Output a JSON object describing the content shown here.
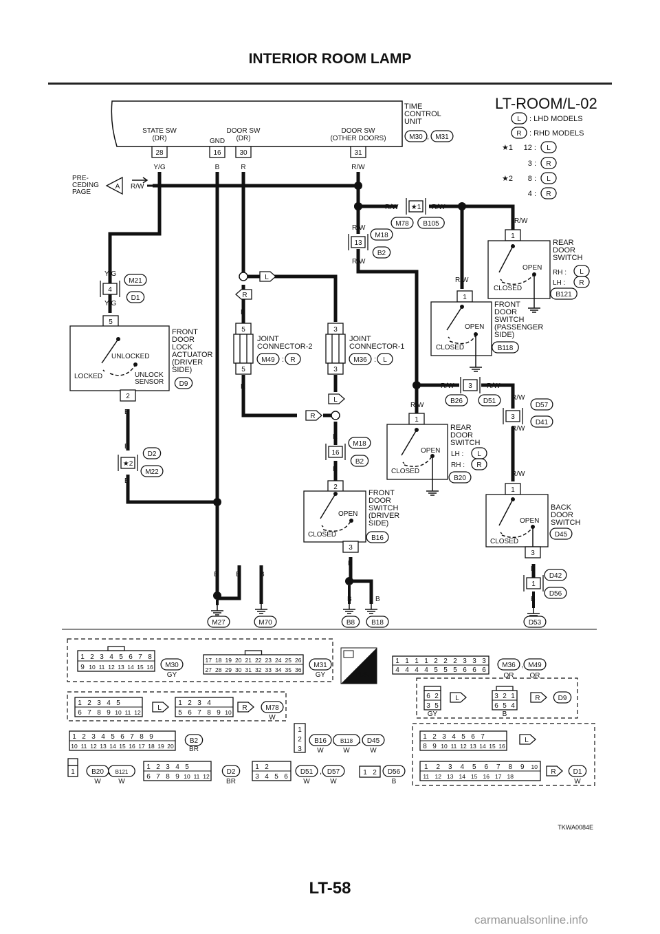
{
  "page": {
    "title": "INTERIOR ROOM LAMP",
    "page_number": "LT-58",
    "watermark": "carmanualsonline.info",
    "figure_code": "TKWA0084E",
    "diagram_id": "LT-ROOM/L-02"
  },
  "legend": [
    {
      "tag": "L",
      "text": ": LHD MODELS"
    },
    {
      "tag": "R",
      "text": ": RHD MODELS"
    },
    {
      "star": "★1",
      "rows": [
        {
          "pin": "12 :",
          "tag": "L"
        },
        {
          "pin": "3 :",
          "tag": "R"
        }
      ]
    },
    {
      "star": "★2",
      "rows": [
        {
          "pin": "8 :",
          "tag": "L"
        },
        {
          "pin": "4 :",
          "tag": "R"
        }
      ]
    }
  ],
  "time_control_unit": {
    "label": [
      "TIME",
      "CONTROL",
      "UNIT"
    ],
    "connectors": [
      "M30",
      "M31"
    ],
    "terminals": [
      {
        "pin": "28",
        "name": [
          "STATE SW",
          "(DR)"
        ],
        "wire": "Y/G"
      },
      {
        "pin": "16",
        "name": [
          "GND"
        ],
        "wire": "B"
      },
      {
        "pin": "30",
        "name": [
          "DOOR SW",
          "(DR)"
        ],
        "wire": "R"
      },
      {
        "pin": "31",
        "name": [
          "DOOR SW",
          "(OTHER DOORS)"
        ],
        "wire": "R/W"
      }
    ]
  },
  "preceding_page": {
    "label": [
      "PRE-",
      "CEDING",
      "PAGE"
    ],
    "tag": "A",
    "wire": "R/W"
  },
  "wires": {
    "yg": "Y/G",
    "b": "B",
    "r": "R",
    "rw": "R/W",
    "l": "L"
  },
  "connectors": {
    "m21_d1": {
      "pin": "4",
      "top": "M21",
      "bottom": "D1"
    },
    "m78_b105": {
      "pin": "★1",
      "top": "M78",
      "bottom": "B105"
    },
    "m18_b2_a": {
      "pin": "13",
      "top": "M18",
      "bottom": "B2"
    },
    "m18_b2_b": {
      "pin": "16",
      "top": "M18",
      "bottom": "B2"
    },
    "d2_m22": {
      "pin": "★2",
      "top": "D2",
      "bottom": "M22"
    },
    "b26_d51": {
      "pin": "3",
      "left": "B26",
      "right": "D51"
    },
    "d57_d41": {
      "pin": "3",
      "top": "D57",
      "bottom": "D41"
    },
    "d42_d56": {
      "pin": "1",
      "top": "D42",
      "bottom": "D56"
    }
  },
  "joint_connectors": [
    {
      "label": [
        "JOINT",
        "CONNECTOR-2"
      ],
      "pin_top": "5",
      "pin_bottom": "5",
      "conn": "M49",
      "tag": "R"
    },
    {
      "label": [
        "JOINT",
        "CONNECTOR-1"
      ],
      "pin_top": "3",
      "pin_bottom": "3",
      "conn": "M36",
      "tag": "L"
    }
  ],
  "components": {
    "door_lock_actuator": {
      "label": [
        "FRONT",
        "DOOR",
        "LOCK",
        "ACTUATOR",
        "(DRIVER",
        "SIDE)"
      ],
      "pin_top": "5",
      "pin_bottom": "2",
      "conn": "D9",
      "state_a": "UNLOCKED",
      "state_b": "LOCKED",
      "sensor": [
        "UNLOCK",
        "SENSOR"
      ]
    },
    "rear_door_sw_upper": {
      "label": [
        "REAR",
        "DOOR",
        "SWITCH"
      ],
      "pin": "1",
      "rh": "RH :",
      "rh_tag": "L",
      "lh": "LH :",
      "lh_tag": "R",
      "conn": "B121",
      "open": "OPEN",
      "closed": "CLOSED"
    },
    "front_door_sw_pass": {
      "label": [
        "FRONT",
        "DOOR",
        "SWITCH",
        "(PASSENGER",
        "SIDE)"
      ],
      "pin": "1",
      "conn": "B118",
      "open": "OPEN",
      "closed": "CLOSED"
    },
    "rear_door_sw_lower": {
      "label": [
        "REAR",
        "DOOR",
        "SWITCH"
      ],
      "pin": "1",
      "lh": "LH :",
      "lh_tag": "L",
      "rh": "RH :",
      "rh_tag": "R",
      "conn": "B20",
      "open": "OPEN",
      "closed": "CLOSED"
    },
    "front_door_sw_driver": {
      "label": [
        "FRONT",
        "DOOR",
        "SWITCH",
        "(DRIVER",
        "SIDE)"
      ],
      "pin_top": "2",
      "pin_bottom": "3",
      "conn": "B16",
      "open": "OPEN",
      "closed": "CLOSED"
    },
    "back_door_sw": {
      "label": [
        "BACK",
        "DOOR",
        "SWITCH"
      ],
      "pin_top": "1",
      "pin_bottom": "3",
      "conn": "D45",
      "open": "OPEN",
      "closed": "CLOSED"
    }
  },
  "grounds": [
    "M27",
    "M70",
    "B8",
    "B18",
    "D53"
  ],
  "connector_views": {
    "m30": {
      "top": [
        "1",
        "2",
        "3",
        "4",
        "5",
        "6",
        "7",
        "8"
      ],
      "bottom": [
        "9",
        "10",
        "11",
        "12",
        "13",
        "14",
        "15",
        "16"
      ],
      "name": "M30",
      "color": "GY"
    },
    "m31": {
      "top": [
        "17",
        "18",
        "19",
        "20",
        "21",
        "22",
        "23",
        "24",
        "25",
        "26"
      ],
      "bottom": [
        "27",
        "28",
        "29",
        "30",
        "31",
        "32",
        "33",
        "34",
        "35",
        "36"
      ],
      "name": "M31",
      "color": "GY"
    },
    "hs": "H.S.",
    "m36_m49": {
      "top": [
        "1",
        "1",
        "1",
        "1",
        "2",
        "2",
        "2",
        "3",
        "3",
        "3"
      ],
      "bottom": [
        "4",
        "4",
        "4",
        "4",
        "5",
        "5",
        "5",
        "6",
        "6",
        "6"
      ],
      "names": [
        "M36",
        "M49"
      ],
      "colors": [
        "OR",
        "OR"
      ]
    },
    "d9": {
      "left": [
        "6",
        "2",
        "3",
        "5"
      ],
      "left_tag": "L",
      "left_color": "GY",
      "right": [
        "3",
        "2",
        "1",
        "6",
        "5",
        "4"
      ],
      "right_tag": "R",
      "right_color": "B",
      "name": "D9"
    },
    "m78": {
      "left_top": [
        "1",
        "2",
        "3",
        "4",
        "5"
      ],
      "left_bottom": [
        "6",
        "7",
        "8",
        "9",
        "10",
        "11",
        "12"
      ],
      "left_tag": "L",
      "right_top": [
        "1",
        "2",
        "3",
        "4"
      ],
      "right_bottom": [
        "5",
        "6",
        "7",
        "8",
        "9",
        "10"
      ],
      "right_tag": "R",
      "name": "M78",
      "color": "W"
    },
    "b2": {
      "top": [
        "1",
        "2",
        "3",
        "4",
        "5",
        "6",
        "7",
        "8",
        "9"
      ],
      "bottom": [
        "10",
        "11",
        "12",
        "13",
        "14",
        "15",
        "16",
        "17",
        "18",
        "19",
        "20"
      ],
      "name": "B2",
      "color": "BR"
    },
    "b16": {
      "pins": [
        "1",
        "2",
        "3"
      ],
      "names": [
        "B16",
        "B118",
        "D45"
      ],
      "colors": [
        "W",
        "W",
        "W"
      ]
    },
    "d1": {
      "l_top": [
        "1",
        "2",
        "3",
        "4",
        "5",
        "6",
        "7"
      ],
      "l_bottom": [
        "8",
        "9",
        "10",
        "11",
        "12",
        "13",
        "14",
        "15",
        "16"
      ],
      "l_tag": "L",
      "r_top": [
        "1",
        "2",
        "3",
        "4",
        "5",
        "6",
        "7",
        "8",
        "9",
        "10"
      ],
      "r_bottom": [
        "11",
        "12",
        "13",
        "14",
        "15",
        "16",
        "17",
        "18"
      ],
      "r_tag": "R",
      "name": "D1",
      "color": "W"
    },
    "b20": {
      "pin": "1",
      "names": [
        "B20",
        "B121"
      ],
      "colors": [
        "W",
        "W"
      ]
    },
    "d2": {
      "top": [
        "1",
        "2",
        "3",
        "4",
        "5"
      ],
      "bottom": [
        "6",
        "7",
        "8",
        "9",
        "10",
        "11",
        "12"
      ],
      "name": "D2",
      "color": "BR"
    },
    "d51": {
      "top": [
        "1",
        "2"
      ],
      "bottom": [
        "3",
        "4",
        "5",
        "6"
      ],
      "names": [
        "D51",
        "D57"
      ],
      "colors": [
        "W",
        "W"
      ]
    },
    "d56": {
      "pins": [
        "1",
        "2"
      ],
      "name": "D56",
      "color": "B"
    }
  }
}
